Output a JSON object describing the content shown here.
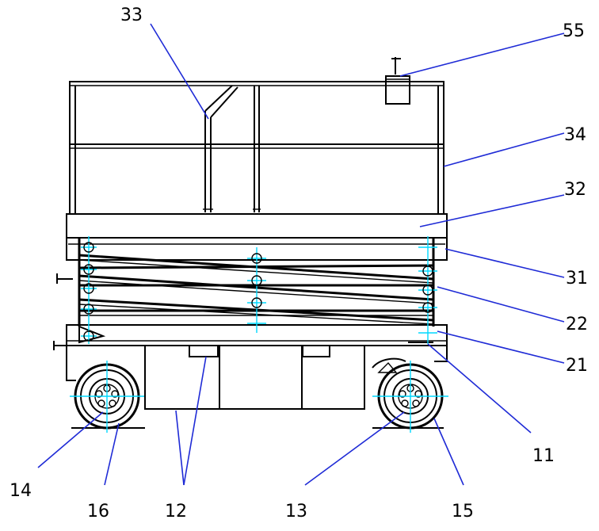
{
  "colors": {
    "outline": "#000000",
    "leader_line": "#1f2bd6",
    "center_mark": "#00d8ff",
    "background": "#ffffff"
  },
  "callouts": {
    "c33": "33",
    "c55": "55",
    "c34": "34",
    "c32": "32",
    "c31": "31",
    "c22": "22",
    "c21": "21",
    "c11": "11",
    "c14": "14",
    "c16": "16",
    "c12": "12",
    "c13": "13",
    "c15": "15"
  }
}
